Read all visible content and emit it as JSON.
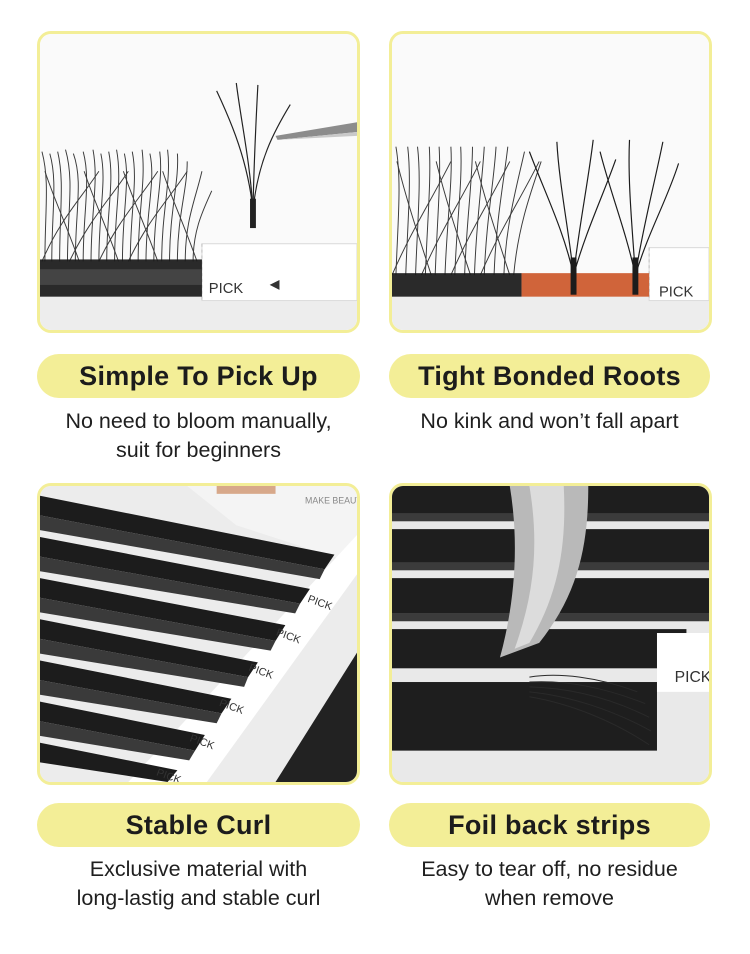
{
  "accent_color": "#f3ee97",
  "features": [
    {
      "title": "Simple To Pick Up",
      "desc": [
        "No need to bloom manually,",
        "suit for beginners"
      ],
      "image_label": "PICK"
    },
    {
      "title": "Tight Bonded Roots",
      "desc": [
        "No kink and won’t fall apart"
      ],
      "image_label": "PICK"
    },
    {
      "title": "Stable Curl",
      "desc": [
        "Exclusive material with",
        "long-lastig and stable curl"
      ],
      "image_label": "PICK",
      "brand_fragment": "MAKE BEAUTY EF"
    },
    {
      "title": "Foil back strips",
      "desc": [
        "Easy to tear off, no residue",
        "when remove"
      ],
      "image_label": "PICK"
    }
  ]
}
